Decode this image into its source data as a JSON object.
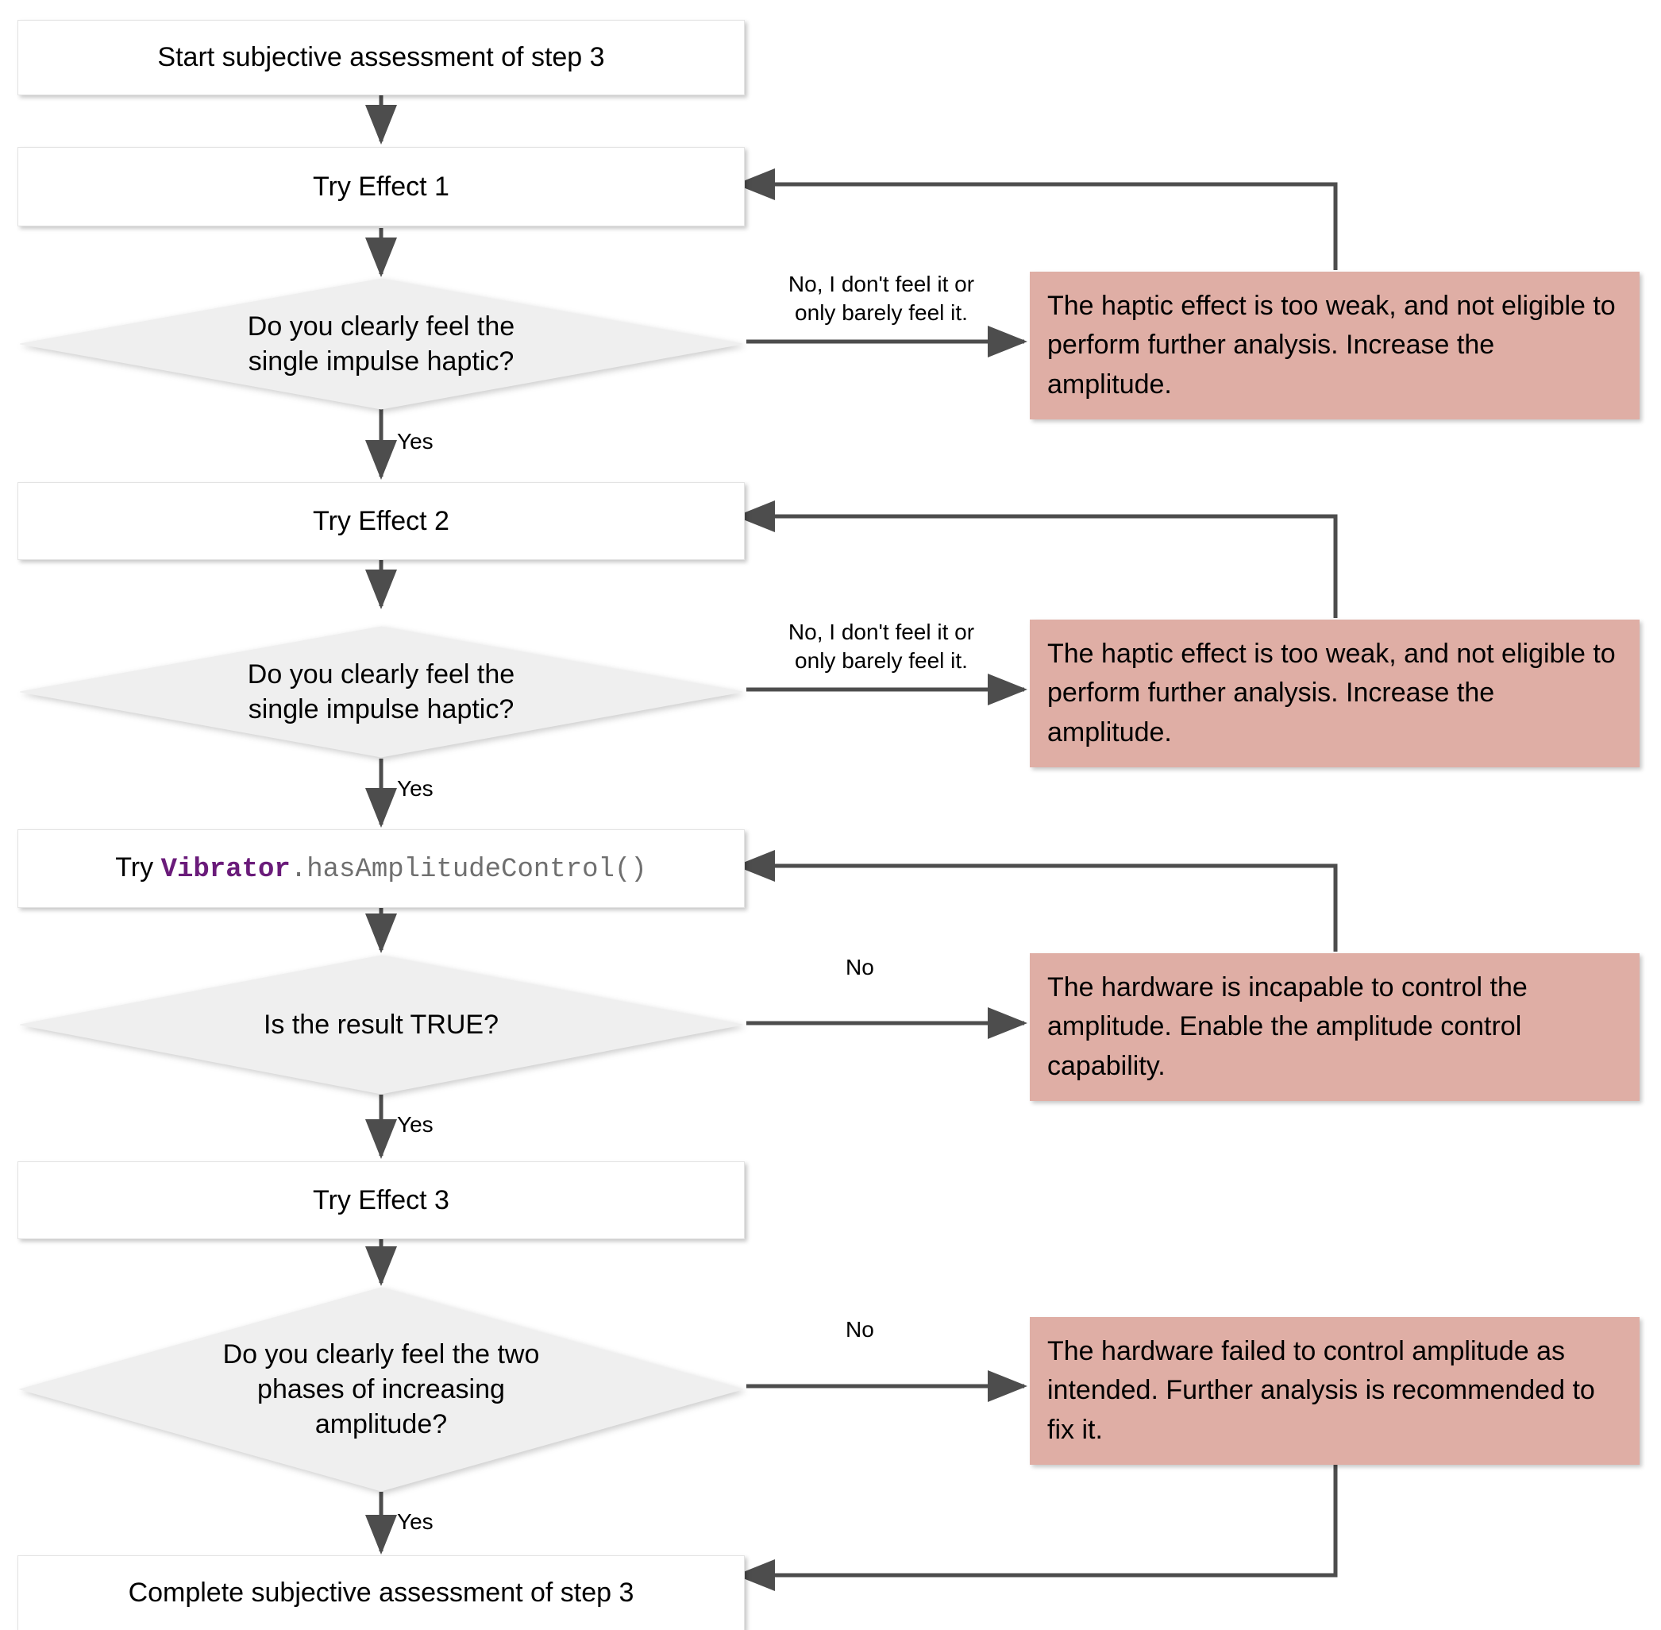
{
  "diagram": {
    "title": "Subjective assessment of step 3 flowchart",
    "colors": {
      "note_bg": "#dfaea5",
      "decision_fill": "#efefef",
      "process_fill": "#ffffff",
      "line": "#4d4d4d",
      "code_keyword": "#6a1b7a",
      "code_method": "#6f6f6f"
    },
    "nodes": {
      "start": "Start subjective assessment of step 3",
      "try_effect_1": "Try Effect 1",
      "decision_1_line1": "Do you clearly feel the",
      "decision_1_line2": "single impulse haptic?",
      "try_effect_2": "Try Effect 2",
      "decision_2_line1": "Do you clearly feel the",
      "decision_2_line2": "single impulse haptic?",
      "try_vibrator_prefix": "Try ",
      "try_vibrator_class": "Vibrator",
      "try_vibrator_method": ".hasAmplitudeControl()",
      "decision_3": "Is the result TRUE?",
      "try_effect_3": "Try Effect 3",
      "decision_4_line1": "Do you clearly feel the two",
      "decision_4_line2": "phases of increasing",
      "decision_4_line3": "amplitude?",
      "complete": "Complete subjective assessment of step 3"
    },
    "notes": {
      "note_1": "The haptic effect is too weak, and not eligible to perform further analysis. Increase the amplitude.",
      "note_2": "The haptic effect is too weak, and not eligible to perform further analysis. Increase the amplitude.",
      "note_3": "The hardware is incapable to control the amplitude. Enable the amplitude control capability.",
      "note_4": "The hardware failed to control amplitude as intended. Further analysis is recommended to fix it."
    },
    "edge_labels": {
      "no_1": "No, I don't feel it or\nonly barely feel it.",
      "yes_1": "Yes",
      "no_2": "No, I don't feel it or\nonly barely feel it.",
      "yes_2": "Yes",
      "no_3": "No",
      "yes_3": "Yes",
      "no_4": "No",
      "yes_4": "Yes"
    }
  }
}
